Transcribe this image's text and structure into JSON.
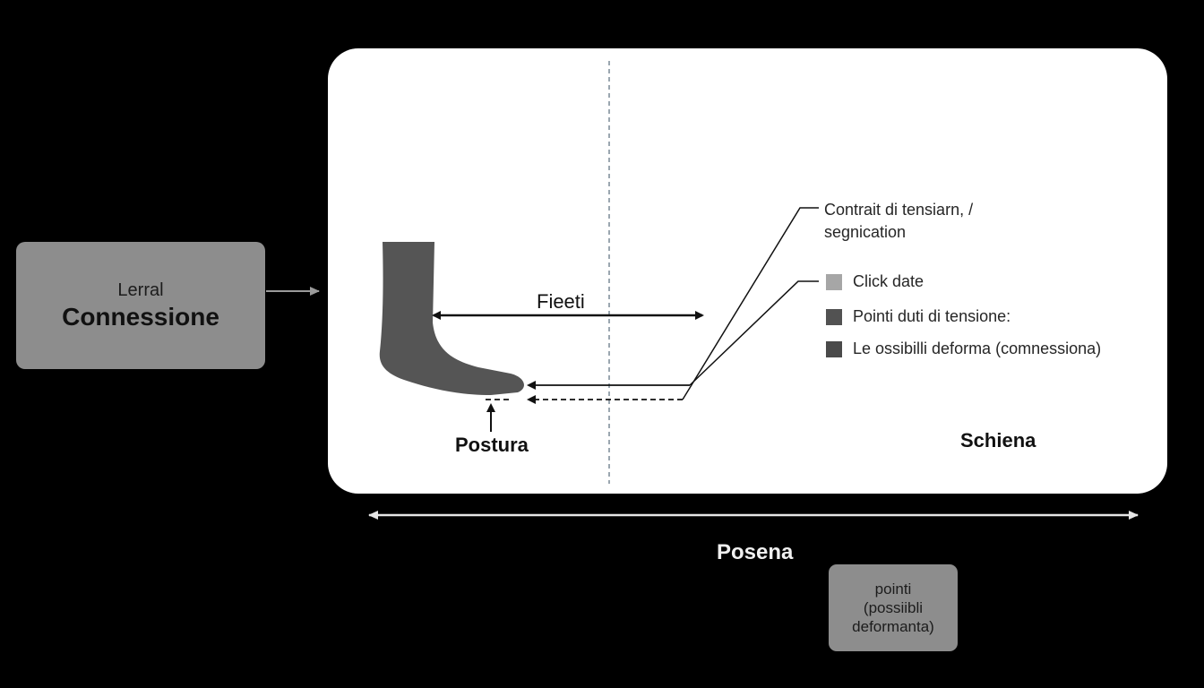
{
  "left_box": {
    "small_label": "Lerral",
    "big_label": "Connessione"
  },
  "panel": {
    "arrow_label": "Fieeti",
    "foot_label": "Postura",
    "corner_label": "Schiena",
    "callout": {
      "line1": "Contrait di tensiarn, /",
      "line2": "segnication"
    },
    "legend": [
      {
        "label": "Click date",
        "color": "#a6a6a6"
      },
      {
        "label": "Pointi duti di tensione:",
        "color": "#525252"
      },
      {
        "label": "Le ossibilli deforma (comnessiona)",
        "color": "#4a4a4a"
      }
    ]
  },
  "bottom": {
    "axis_label": "Posena"
  },
  "note_box": {
    "line1": "pointi",
    "line2": "(possiibli",
    "line3": "deformanta)"
  },
  "colors": {
    "background": "#000000",
    "panel": "#ffffff",
    "box": "#8d8d8d",
    "foot": "#555555"
  }
}
